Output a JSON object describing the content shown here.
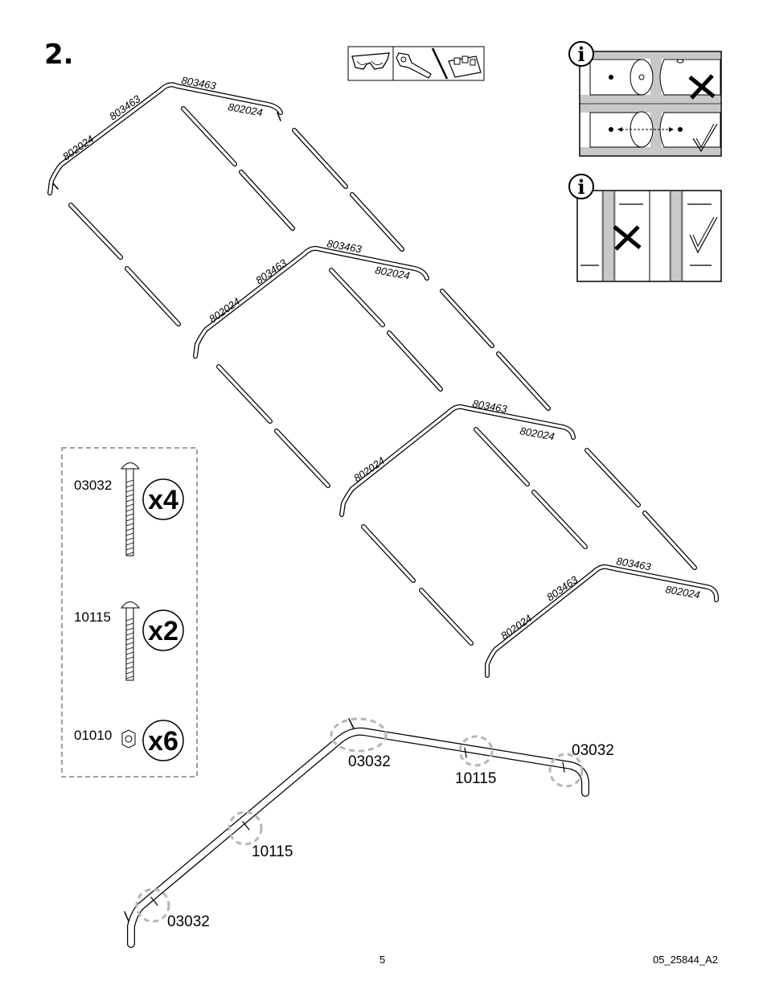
{
  "step": {
    "number": "2."
  },
  "tools": {
    "icons": [
      "safety-glasses-icon",
      "adjustable-wrench-icon",
      "socket-wrench-set-icon"
    ]
  },
  "info_boxes": [
    {
      "icon": "info-icon",
      "marks": [
        "incorrect-x-mark",
        "correct-check-mark"
      ]
    },
    {
      "icon": "info-icon",
      "marks": [
        "incorrect-x-mark",
        "correct-check-mark"
      ]
    }
  ],
  "parts": {
    "bolt_long": {
      "code": "03032",
      "qty": "x4"
    },
    "bolt_short": {
      "code": "10115",
      "qty": "x2"
    },
    "nut": {
      "code": "01010",
      "qty": "x6"
    }
  },
  "tube_labels": {
    "a": "802024",
    "b": "803463"
  },
  "detail_callouts": {
    "c1": "03032",
    "c2": "10115",
    "c3": "03032",
    "c4": "10115",
    "c5": "03032"
  },
  "footer": {
    "page": "5",
    "code": "05_25844_A2"
  }
}
